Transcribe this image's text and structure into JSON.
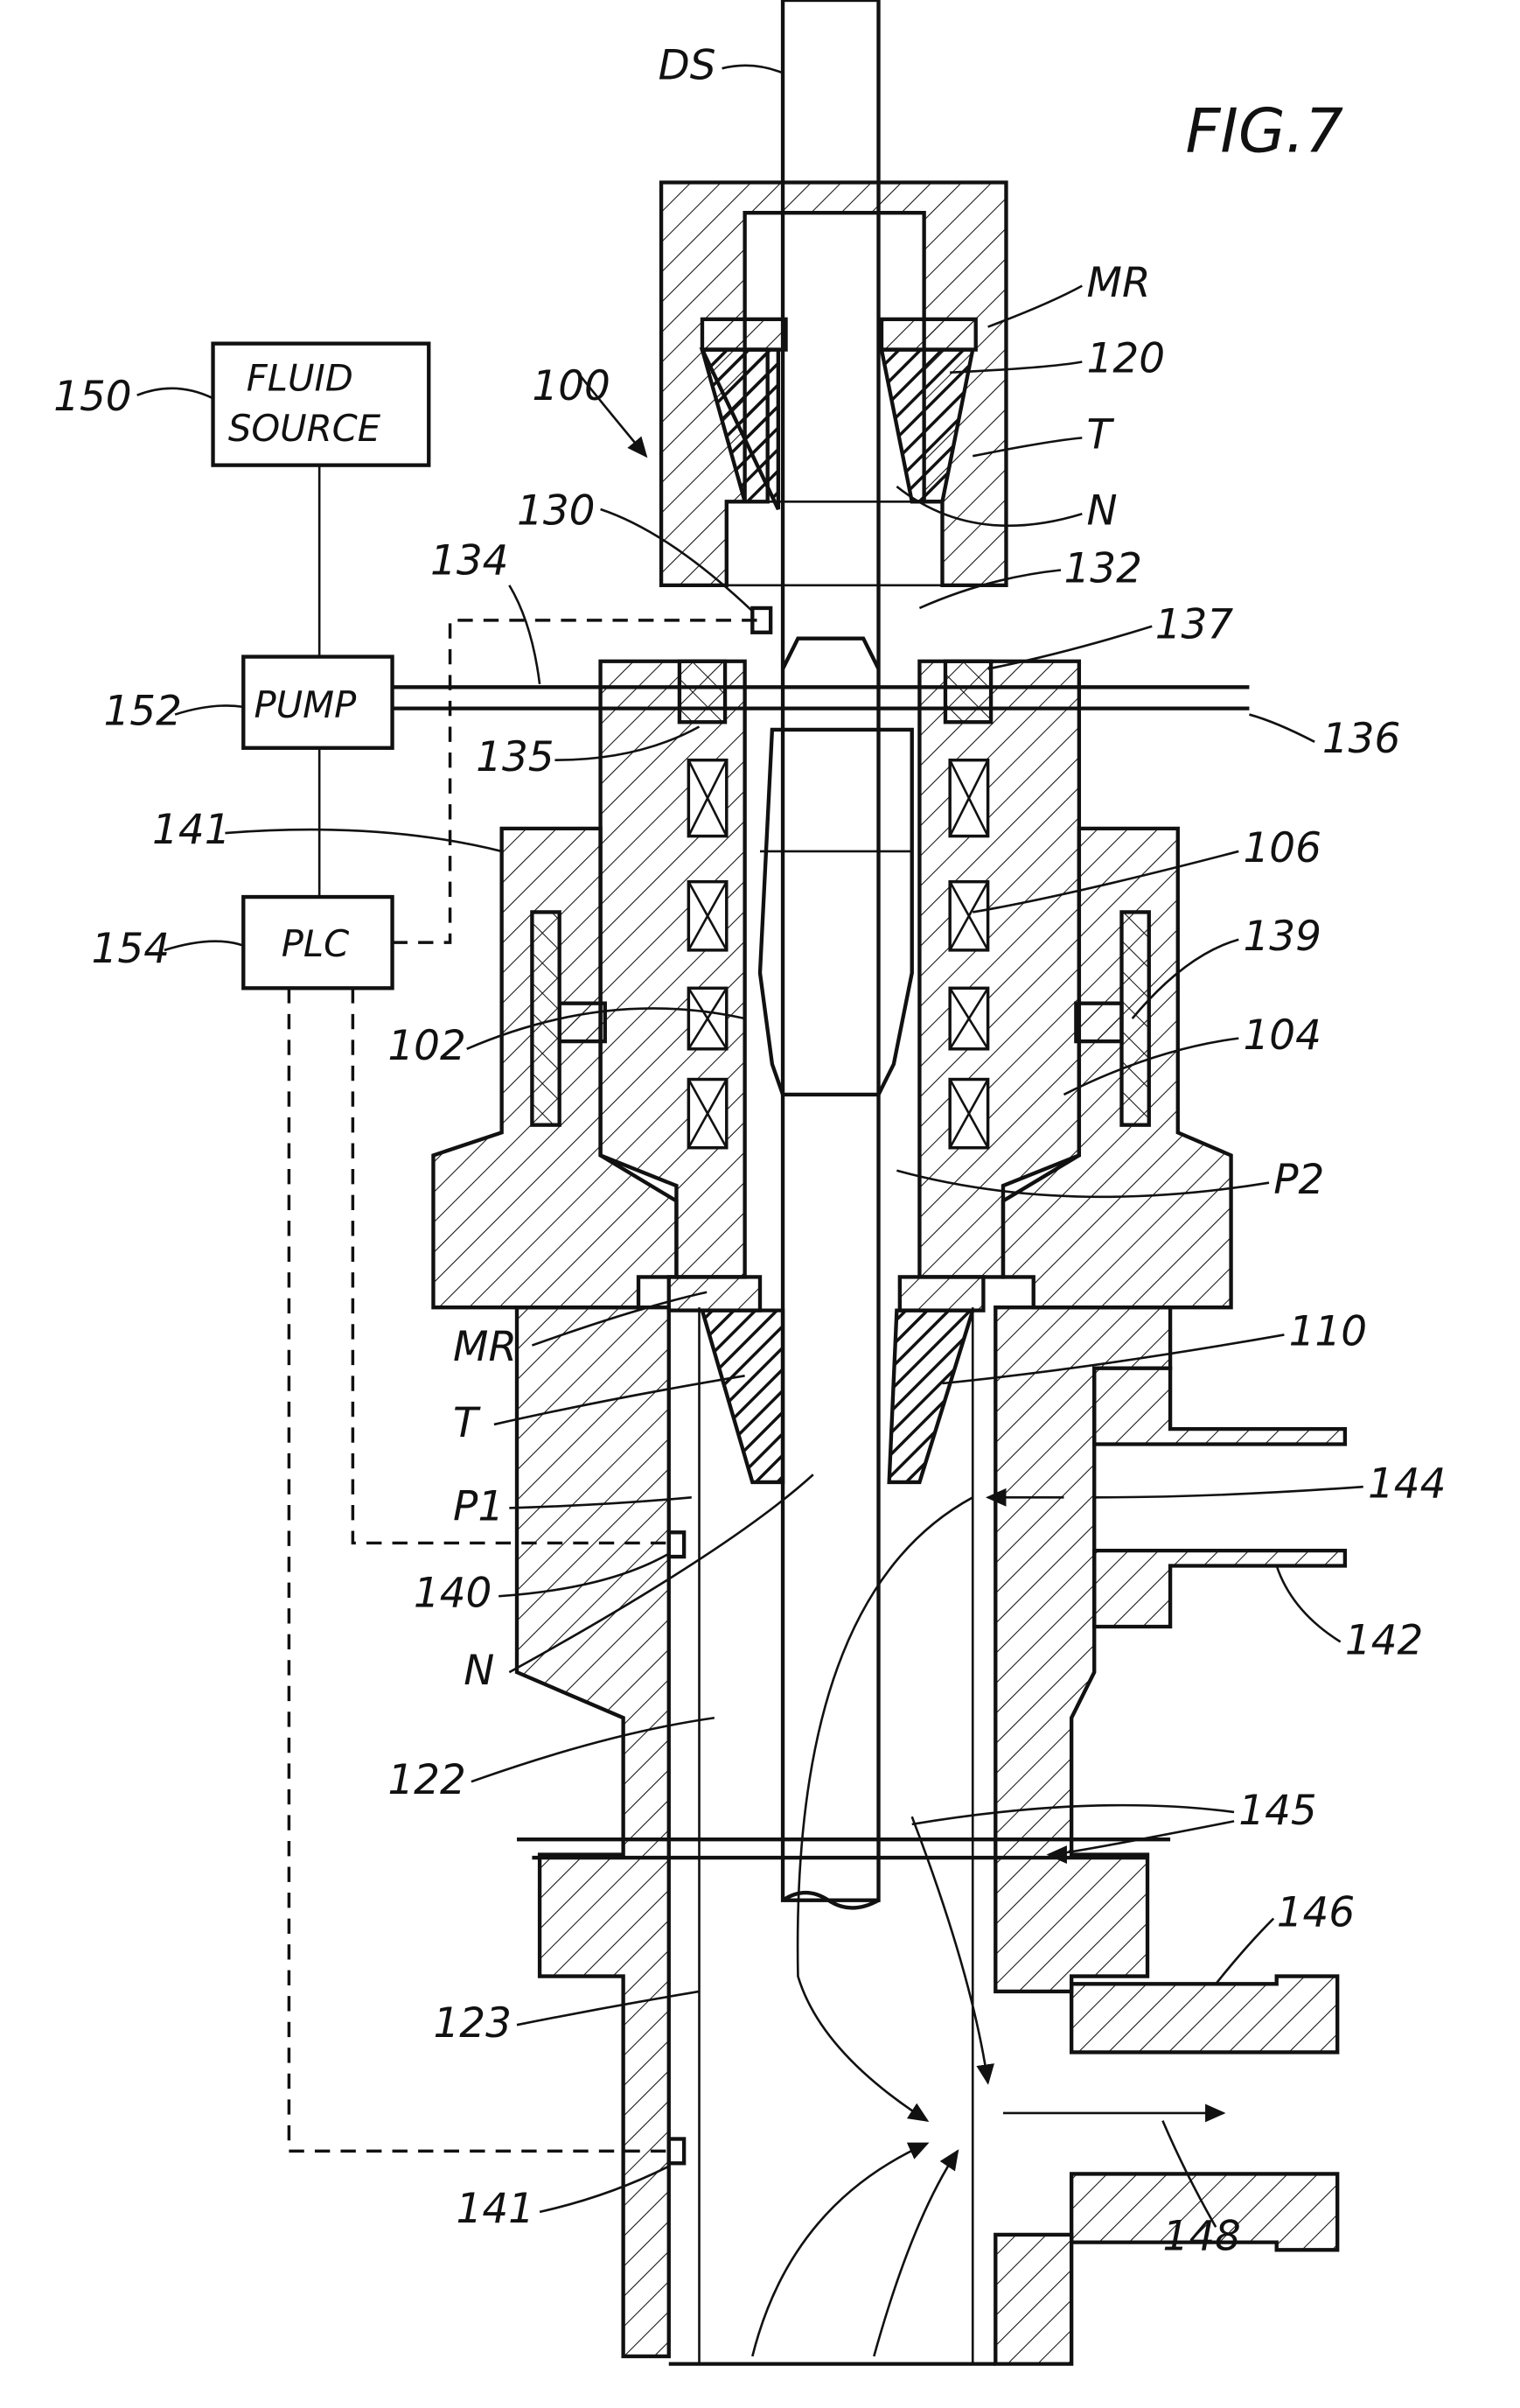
{
  "figure": {
    "title": "FIG.7"
  },
  "boxes": {
    "fluid_source": [
      "FLUID",
      "SOURCE"
    ],
    "pump": "PUMP",
    "plc": "PLC"
  },
  "labels": {
    "ds": "DS",
    "mr_top": "MR",
    "l120": "120",
    "t_top": "T",
    "n_top": "N",
    "l100": "100",
    "l130": "130",
    "l132": "132",
    "l134": "134",
    "l137": "137",
    "l136": "136",
    "l135": "135",
    "l150": "150",
    "l152": "152",
    "l141_top": "141",
    "l154": "154",
    "l106": "106",
    "l139": "139",
    "l102": "102",
    "l104": "104",
    "p2": "P2",
    "mr_bottom": "MR",
    "l110": "110",
    "t_bottom": "T",
    "p1": "P1",
    "l144": "144",
    "l140": "140",
    "l142": "142",
    "n_bottom": "N",
    "l122": "122",
    "l145": "145",
    "l146": "146",
    "l123": "123",
    "l141_bottom": "141",
    "l148": "148"
  }
}
